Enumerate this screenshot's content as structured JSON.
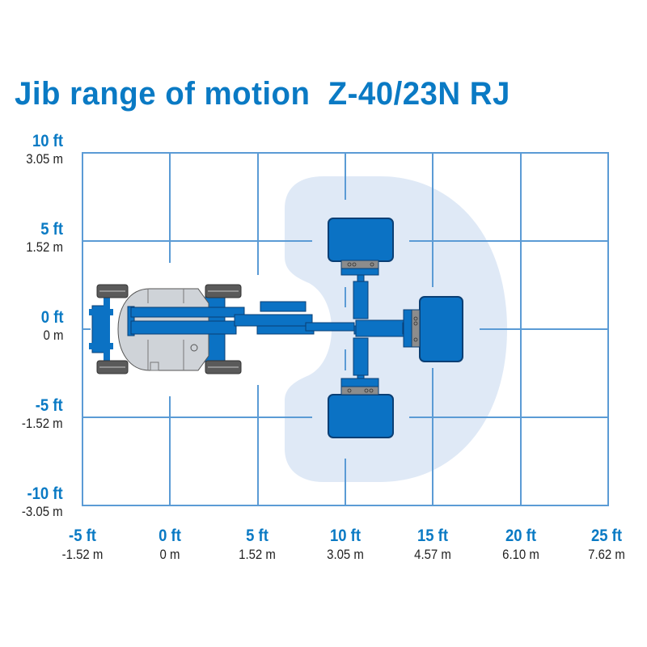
{
  "title": "Jib range of motion  Z-40/23N RJ",
  "colors": {
    "accent": "#0a7ac4",
    "grid": "#5b9bd5",
    "envelope": "#dfe9f6",
    "machine_blue": "#0b72c4",
    "machine_outline": "#0a3f75",
    "chassis_gray": "#cfd3d8",
    "tire": "#555555"
  },
  "y_axis": {
    "labels": [
      {
        "ft": "10 ft",
        "m": "3.05 m"
      },
      {
        "ft": "5 ft",
        "m": "1.52 m"
      },
      {
        "ft": "0 ft",
        "m": "0 m"
      },
      {
        "ft": "-5 ft",
        "m": "-1.52 m"
      },
      {
        "ft": "-10 ft",
        "m": "-3.05 m"
      }
    ]
  },
  "x_axis": {
    "labels": [
      {
        "ft": "-5 ft",
        "m": "-1.52 m"
      },
      {
        "ft": "0 ft",
        "m": "0 m"
      },
      {
        "ft": "5 ft",
        "m": "1.52 m"
      },
      {
        "ft": "10 ft",
        "m": "3.05 m"
      },
      {
        "ft": "15 ft",
        "m": "4.57 m"
      },
      {
        "ft": "20 ft",
        "m": "6.10 m"
      },
      {
        "ft": "25 ft",
        "m": "7.62 m"
      }
    ]
  },
  "diagram": {
    "subject": "Z-40/23N RJ articulating boom lift, top view",
    "envelope": "jib range of motion envelope (light blue)",
    "platform_positions": [
      "up (+5 ft)",
      "straight (0 ft)",
      "down (-5 ft)"
    ]
  }
}
